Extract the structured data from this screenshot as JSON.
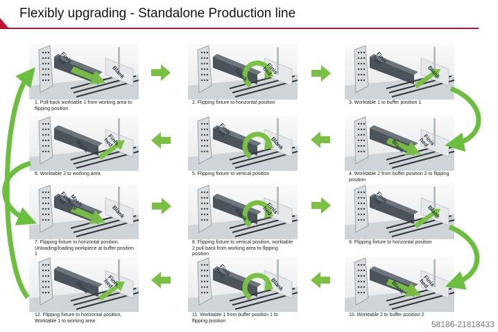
{
  "header": {
    "title": "Flexibly upgrading - Standalone Production line"
  },
  "colors": {
    "accent_red": "#c8102e",
    "arrow_green": "#7ac143",
    "flow_green": "#6abf3c"
  },
  "part_labels": {
    "finished": "Finis\nhed",
    "blank": "Blank",
    "machining": "Mach\nining"
  },
  "steps": [
    {
      "number": 1,
      "caption": "1. Pull-back worktable 1 from working area to\nflipping position"
    },
    {
      "number": 2,
      "caption": "2. Flipping fixture to horizontal position"
    },
    {
      "number": 3,
      "caption": "3. Worktable 1 to buffer position 1"
    },
    {
      "number": 4,
      "caption": "4. Worktable 2 from buffer position 2 to flipping\nposition"
    },
    {
      "number": 5,
      "caption": "5. Flipping fixture to vertical position"
    },
    {
      "number": 6,
      "caption": "6. Worktable 2 to working area"
    },
    {
      "number": 7,
      "caption": "7. Flipping fixture to horizontal position,\nUnloading/loading workpiece at buffer position\n1"
    },
    {
      "number": 8,
      "caption": "8. Flipping fixture to vertical position, worktable\n2 pull-back from working area to flipping\nposition"
    },
    {
      "number": 9,
      "caption": "9. Flipping fixture to horizontal position"
    },
    {
      "number": 10,
      "caption": "10. Worktable 2 to buffer position 2"
    },
    {
      "number": 11,
      "caption": "11. Worktable 1 from buffer position 1 to\nflipping position"
    },
    {
      "number": 12,
      "caption": "12. Flipping fixture to horizontal position,\nWorktable 1 to working area"
    }
  ],
  "footer": {
    "reference_id": "58186-21818433"
  }
}
